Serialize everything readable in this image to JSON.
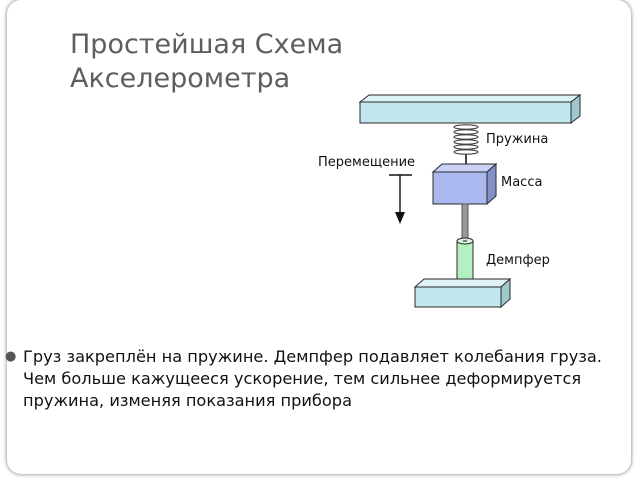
{
  "slide": {
    "title": "Простейшая Схема\nАкселерометра",
    "bullet_symbol": "●",
    "bullet_text": "Груз закреплён на пружине. Демпфер подавляет колебания груза. Чем больше кажущееся ускорение, тем сильнее деформируется пружина, изменяя показания прибора"
  },
  "diagram": {
    "spring_label": "Пружина",
    "mass_label": "Масса",
    "displacement_label": "Перемещение",
    "damper_label": "Демпфер",
    "colors": {
      "plate": "#c3e7ee",
      "mass": "#abb8f0",
      "damper": "#b5f0c0",
      "outline": "#2a2a2a"
    }
  }
}
